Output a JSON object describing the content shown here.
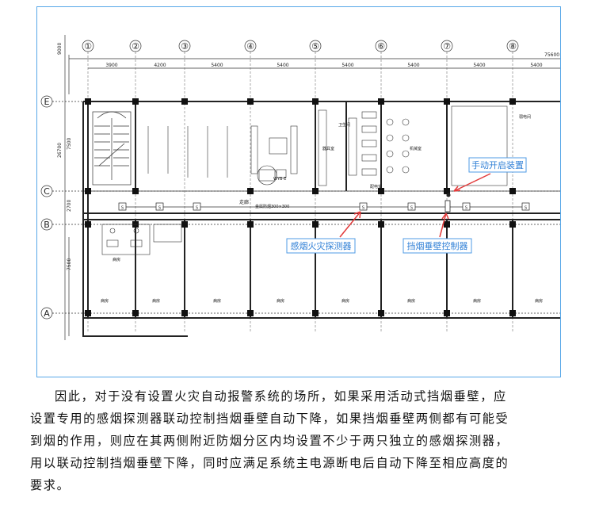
{
  "figure": {
    "axis_labels": [
      "①",
      "②",
      "③",
      "④",
      "⑤",
      "⑥",
      "⑦",
      "⑧"
    ],
    "row_labels": [
      "E",
      "C",
      "B",
      "A"
    ],
    "dimensions_top": [
      "3900",
      "4200",
      "5400",
      "5400",
      "5400",
      "5400",
      "5400",
      "5400"
    ],
    "total_dimension": "75600",
    "left_dimensions": [
      "9000",
      "26700",
      "7500",
      "2700",
      "7500"
    ],
    "corridor_label": "走廊",
    "annotation_small_1": "金属防烟300×300",
    "annotation_small_2": "WYB-E",
    "callouts": {
      "manual_device": "手动开启装置",
      "smoke_detector": "感烟火灾探测器",
      "curtain_controller": "挡烟垂壁控制器"
    },
    "room_labels": {
      "r1": "器具室",
      "r2": "卫生间",
      "r3": "配电室",
      "r4": "机械室",
      "r5": "弱电间",
      "r6": "病房",
      "r7": "病房",
      "r8": "病房",
      "r9": "病房",
      "r10": "病房",
      "r11": "病房",
      "r12": "病房",
      "r13": "病房",
      "r14": "病房"
    },
    "detector_symbol": "S",
    "colors": {
      "frame": "#57a7e8",
      "callout": "#2f7fd6",
      "arrow": "#e23b3b"
    }
  },
  "paragraph": {
    "lines": [
      "因此，对于没有设置火灾自动报警系统的场所，如果采用活动式挡烟垂壁，应",
      "设置专用的感烟探测器联动控制挡烟垂壁自动下降，如果挡烟垂壁两侧都有可能受",
      "到烟的作用，则应在其两侧附近防烟分区内均设置不少于两只独立的感烟探测器，",
      "用以联动控制挡烟垂壁下降，同时应满足系统主电源断电后自动下降至相应高度的",
      "要求。"
    ]
  }
}
